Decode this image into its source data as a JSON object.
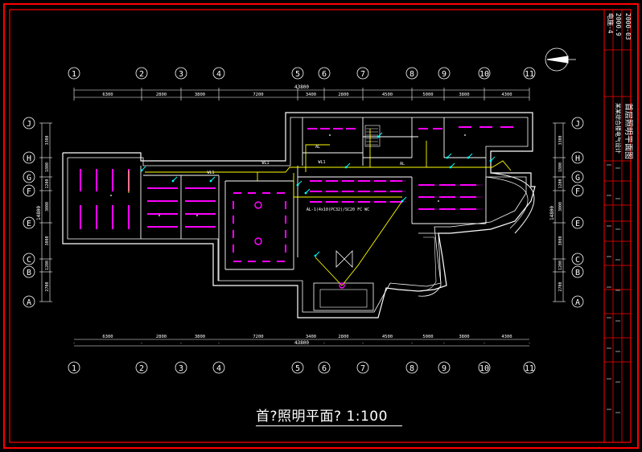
{
  "drawing": {
    "caption": "首?照明平面?  1:100",
    "total_dim_top": "43800",
    "total_dim_bottom": "43800",
    "side_dim_left": "14800",
    "side_dim_right": "14800"
  },
  "col_axes": [
    "1",
    "2",
    "3",
    "4",
    "5",
    "6",
    "7",
    "8",
    "9",
    "10",
    "11"
  ],
  "row_axes": [
    "J",
    "H",
    "G",
    "F",
    "E",
    "C",
    "B",
    "A"
  ],
  "col_spans": [
    "6300",
    "2800",
    "3800",
    "7200",
    "3400",
    "2800",
    "4500",
    "5000",
    "3800",
    "4300"
  ],
  "row_spans": [
    "3300",
    "1800",
    "1200",
    "3000",
    "3000",
    "1200",
    "2700"
  ],
  "title_block": {
    "project": "某某综合楼电气设计",
    "sheet_title": "首层照明平面图",
    "date_a": "2000-03",
    "date_b": "2000.9",
    "sheet_no": "电施-4"
  },
  "labels": {
    "room_lights": "WL1",
    "circuit_note": "AL-1(4x10(PC32)/SC20 FC WC",
    "panel": "AL"
  },
  "colors": {
    "border": "#ff0000",
    "wall": "#ffffff",
    "wire": "#ffff00",
    "fixture": "#ff00ff",
    "switch": "#00ffff",
    "dim": "#ffffff"
  }
}
